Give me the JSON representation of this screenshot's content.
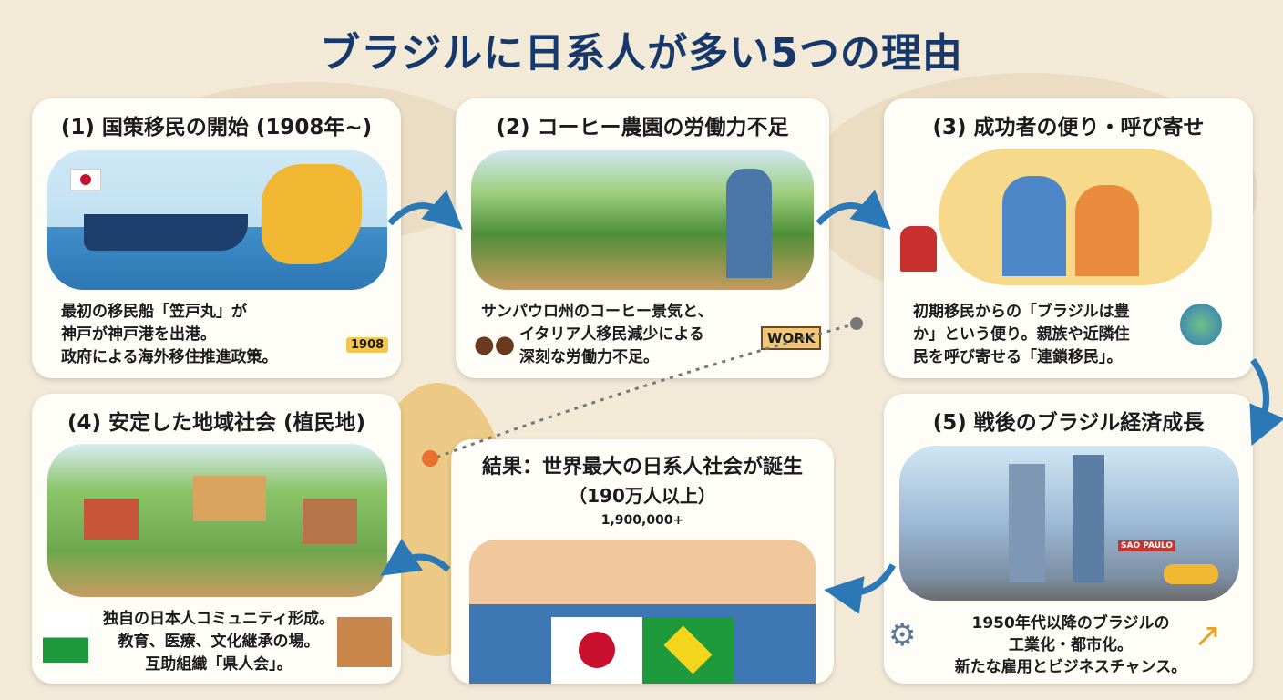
{
  "title": "ブラジルに日系人が多い5つの理由",
  "cards": [
    {
      "heading": "(1) 国策移民の開始 (1908年~)",
      "lines": [
        "最初の移民船「笠戸丸」が",
        "神戸が神戸港を出港。",
        "政府による海外移住推進政策。"
      ],
      "badge": "1908"
    },
    {
      "heading": "(2) コーヒー農園の労働力不足",
      "lines": [
        "サンパウロ州のコーヒー景気と、",
        "イタリア人移民減少による",
        "深刻な労働力不足。"
      ],
      "sign": "WORK"
    },
    {
      "heading": "(3) 成功者の便り・呼び寄せ",
      "lines": [
        "初期移民からの「ブラジルは豊",
        "か」という便り。親族や近隣住",
        "民を呼び寄せる「連鎖移民」。"
      ]
    },
    {
      "heading": "(4) 安定した地域社会 (植民地)",
      "lines": [
        "独自の日本人コミュニティ形成。",
        "教育、医療、文化継承の場。",
        "互助組織「県人会」。"
      ]
    },
    {
      "heading": "(5) 戦後のブラジル経済成長",
      "lines": [
        "1950年代以降のブラジルの",
        "工業化・都市化。",
        "新たな雇用とビジネスチャンス。"
      ],
      "storefront": "SAO PAULO"
    }
  ],
  "result": {
    "heading": "結果：世界最大の日系人社会が誕生",
    "sub": "（190万人以上）",
    "number": "1,900,000+"
  },
  "colors": {
    "title": "#17386a",
    "arrow": "#2a78b5"
  }
}
